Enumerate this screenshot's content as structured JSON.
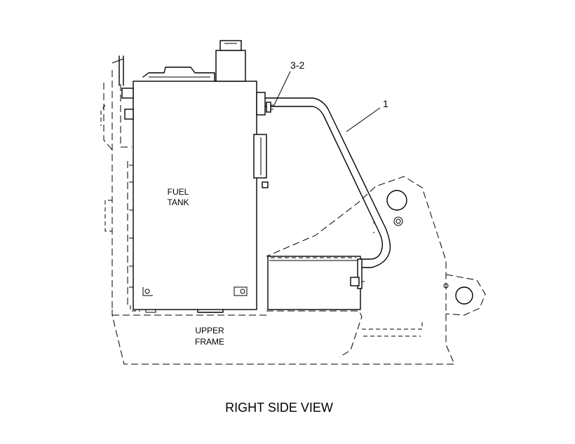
{
  "labels": {
    "fuel_tank_line1": "FUEL",
    "fuel_tank_line2": "TANK",
    "upper_frame_line1": "UPPER",
    "upper_frame_line2": "FRAME",
    "callout_3_2": "3-2",
    "callout_1": "1",
    "view_title": "RIGHT SIDE VIEW"
  }
}
